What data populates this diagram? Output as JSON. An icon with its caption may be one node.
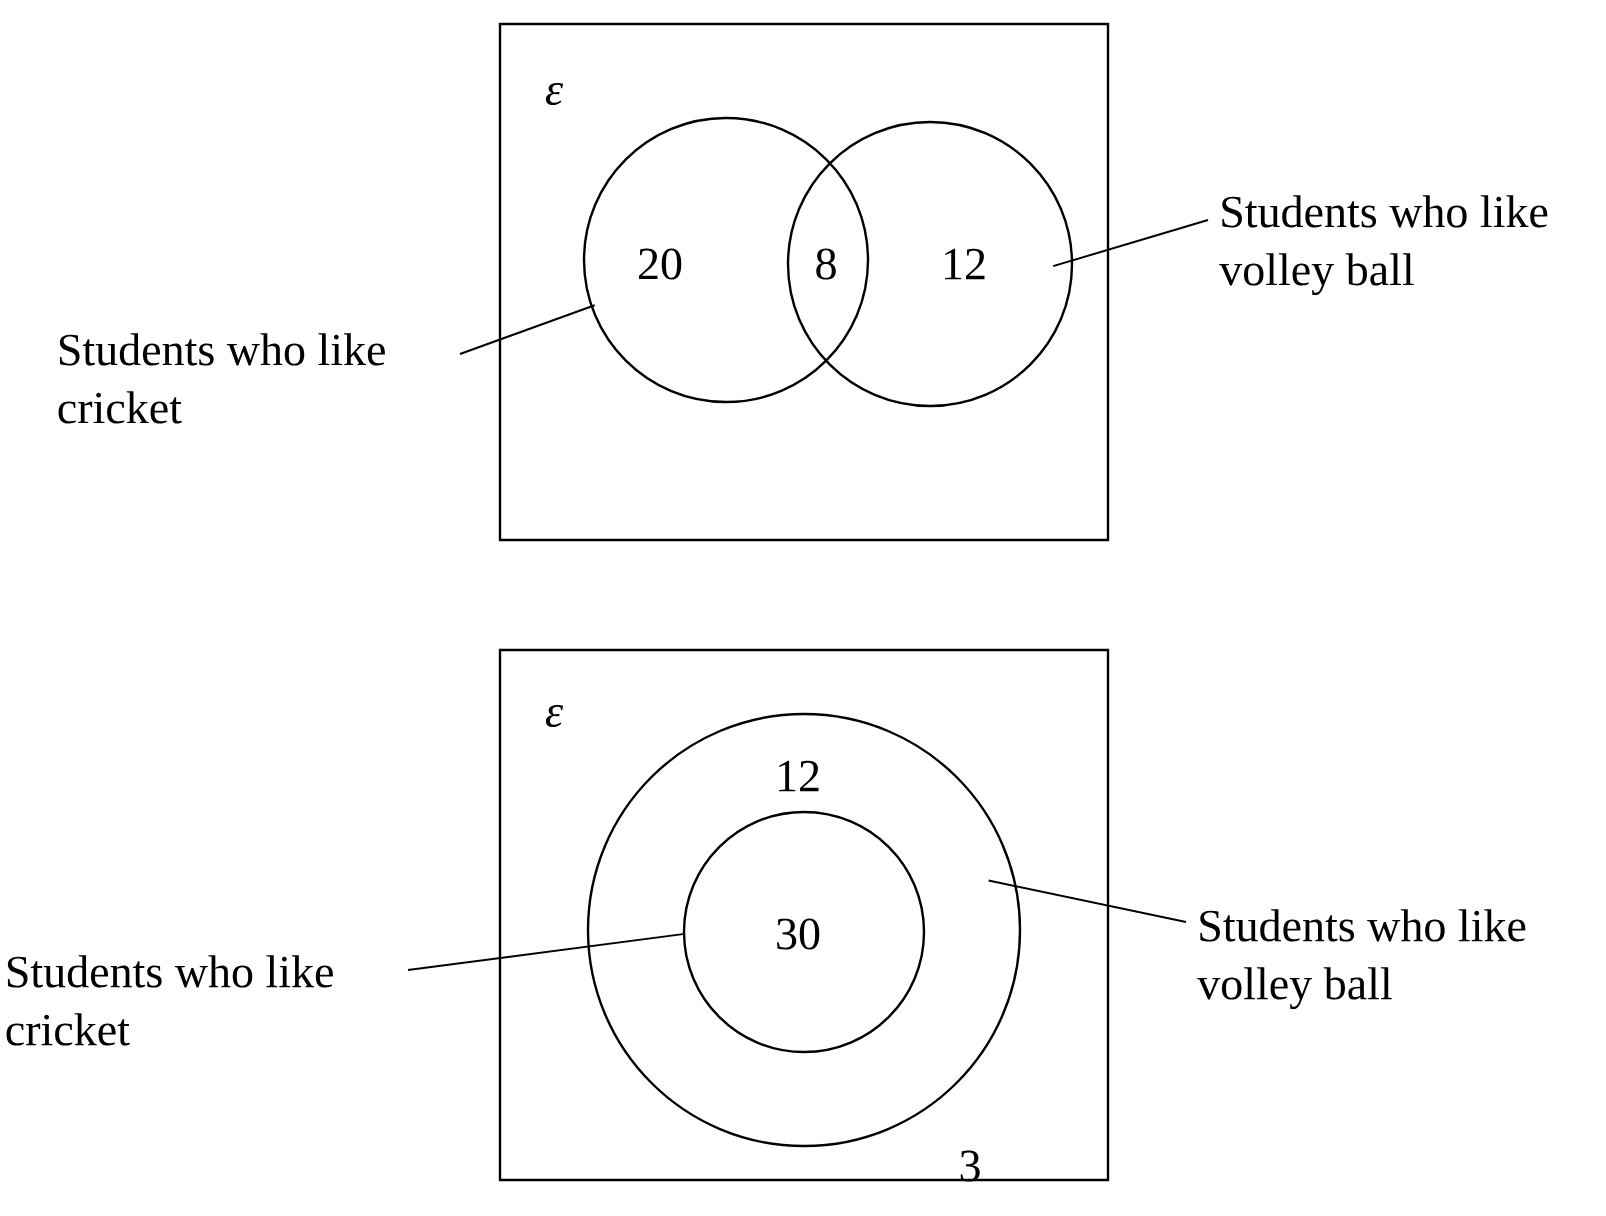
{
  "diagram": {
    "nodes": [
      {
        "text": [
          "ε"
        ]
      },
      {
        "text": [
          "20"
        ],
        "in": 0
      },
      {
        "text": [
          "12"
        ],
        "in": 0
      },
      {
        "text": [
          "Students who like cricket"
        ]
      },
      {
        "text": [
          "Students who like volley ball"
        ]
      },
      {
        "text": [
          "ε",
          "3"
        ]
      },
      {
        "text": [
          "12"
        ],
        "in": 5
      },
      {
        "text": [
          "30"
        ],
        "in": 6
      },
      {
        "text": [
          "Students who like cricket"
        ]
      },
      {
        "text": [
          "Students who like volley ball"
        ]
      }
    ],
    "edges": [
      {
        "from": 3,
        "to": 1,
        "arrow": "none"
      },
      {
        "from": 4,
        "to": 2,
        "arrow": "none"
      },
      {
        "from": 8,
        "to": 7,
        "arrow": "none"
      },
      {
        "from": 9,
        "to": 6,
        "arrow": "none"
      }
    ],
    "labels": [
      "8"
    ]
  }
}
